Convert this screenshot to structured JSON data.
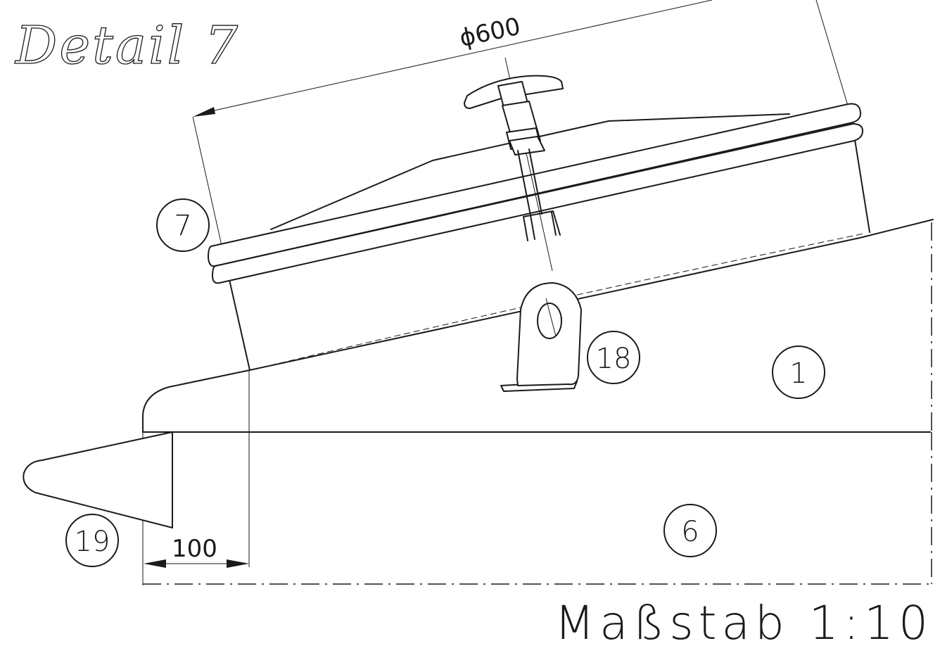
{
  "title": "Detail 7",
  "scale_label": "Maßstab 1:10",
  "dimensions": {
    "diameter": "ϕ600",
    "offset": "100"
  },
  "callouts": [
    {
      "id": "callout-7",
      "label": "7"
    },
    {
      "id": "callout-18",
      "label": "18"
    },
    {
      "id": "callout-1",
      "label": "1"
    },
    {
      "id": "callout-6",
      "label": "6"
    },
    {
      "id": "callout-19",
      "label": "19"
    }
  ]
}
